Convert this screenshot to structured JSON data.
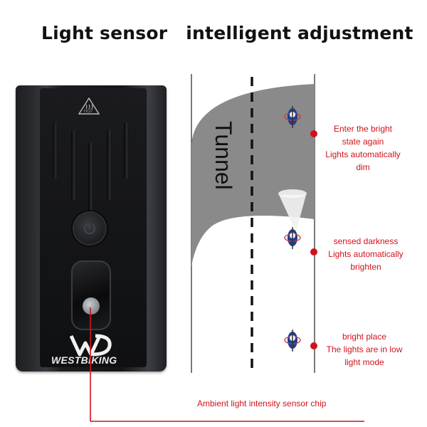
{
  "title": {
    "part1": "Light sensor",
    "part2": "intelligent adjustment"
  },
  "device": {
    "brand": "WESTBIKING",
    "hot_label": "HOT"
  },
  "diagram": {
    "tunnel_label": "Tunnel",
    "callouts": [
      {
        "lines": [
          "Enter the bright",
          "state again",
          "Lights automatically",
          "dim"
        ]
      },
      {
        "lines": [
          "sensed darkness",
          "Lights automatically",
          "brighten"
        ]
      },
      {
        "lines": [
          "bright place",
          "The lights are in low",
          "light mode"
        ]
      }
    ],
    "sensor_caption": "Ambient light intensity sensor chip"
  },
  "colors": {
    "accent_red": "#d1121a",
    "tunnel_gray": "#8a8a8a",
    "device_black": "#151518"
  },
  "icons": [
    "hot-warning-icon",
    "power-icon",
    "cyclist-icon",
    "headlight-beam-icon"
  ]
}
